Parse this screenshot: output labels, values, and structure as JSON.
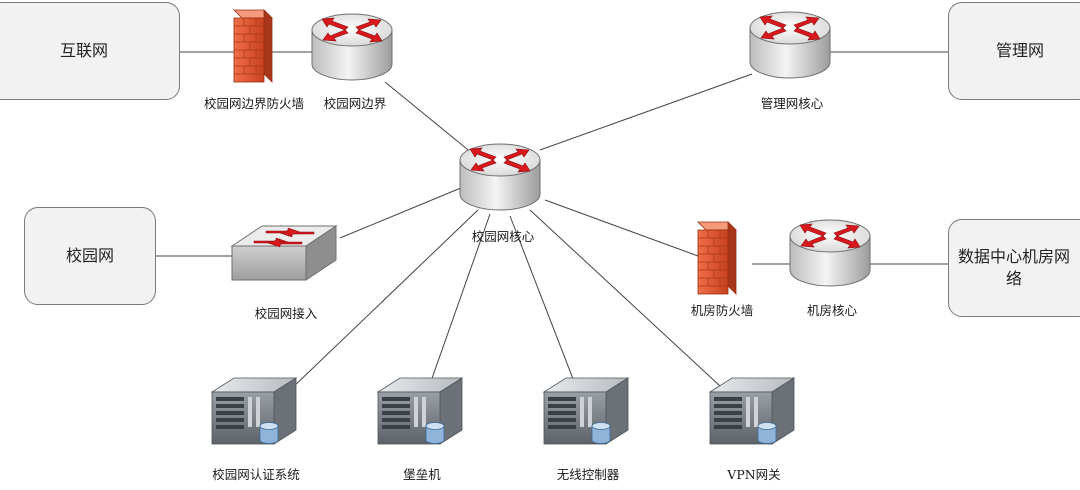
{
  "networks": {
    "internet": "互联网",
    "mgmt": "管理网",
    "campus": "校园网",
    "datacenter": "数据中心机房网络"
  },
  "devices": {
    "border_firewall": "校园网边界防火墙",
    "border_router": "校园网边界",
    "mgmt_core": "管理网核心",
    "campus_core": "校园网核心",
    "campus_access": "校园网接入",
    "dc_firewall": "机房防火墙",
    "dc_core": "机房核心",
    "auth_server": "校园网认证系统",
    "bastion_server": "堡垒机",
    "wlan_controller": "无线控制器",
    "vpn_gateway": "VPN网关"
  },
  "colors": {
    "router_arrow": "#d8181c",
    "firewall": "#e8532e",
    "line": "#444444"
  },
  "icons": {
    "router": "router-icon",
    "switch": "switch-icon",
    "firewall": "firewall-icon",
    "server": "server-icon"
  }
}
